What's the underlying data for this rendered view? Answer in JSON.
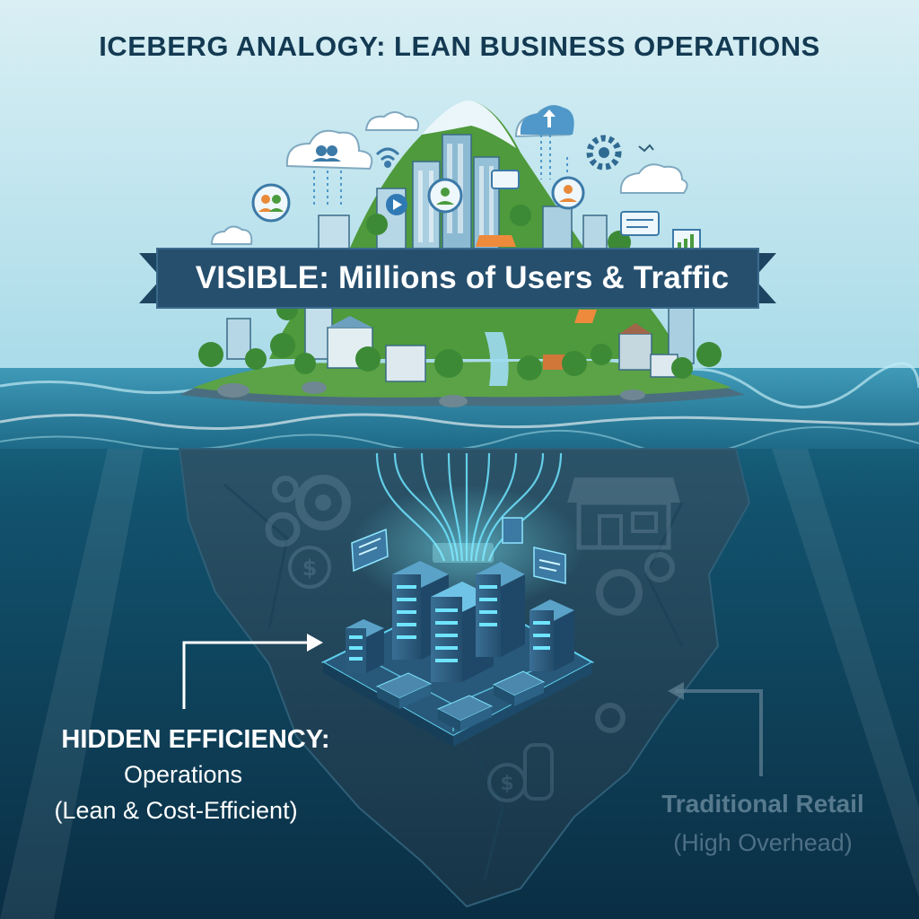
{
  "title": "ICEBERG ANALOGY: LEAN BUSINESS OPERATIONS",
  "banner": {
    "text": "VISIBLE: Millions of Users & Traffic"
  },
  "hidden": {
    "title": "HIDDEN EFFICIENCY:",
    "line1": "Operations",
    "line2": "(Lean & Cost-Efficient)"
  },
  "traditional": {
    "title": "Traditional Retail",
    "subtitle": "(High Overhead)"
  },
  "colors": {
    "sky_top": "#d6eef4",
    "sea": "#0f4a64",
    "banner": "#234f6e",
    "glow": "#5fe0ff",
    "title_text": "#133a52"
  },
  "icons": [
    "cloud-icon",
    "users-icon",
    "user-icon",
    "wifi-icon",
    "gear-icon",
    "chat-icon",
    "chart-icon",
    "play-icon",
    "upload-cloud-icon",
    "server-icon",
    "dollar-coin-icon",
    "storefront-icon",
    "arrow-icon"
  ]
}
